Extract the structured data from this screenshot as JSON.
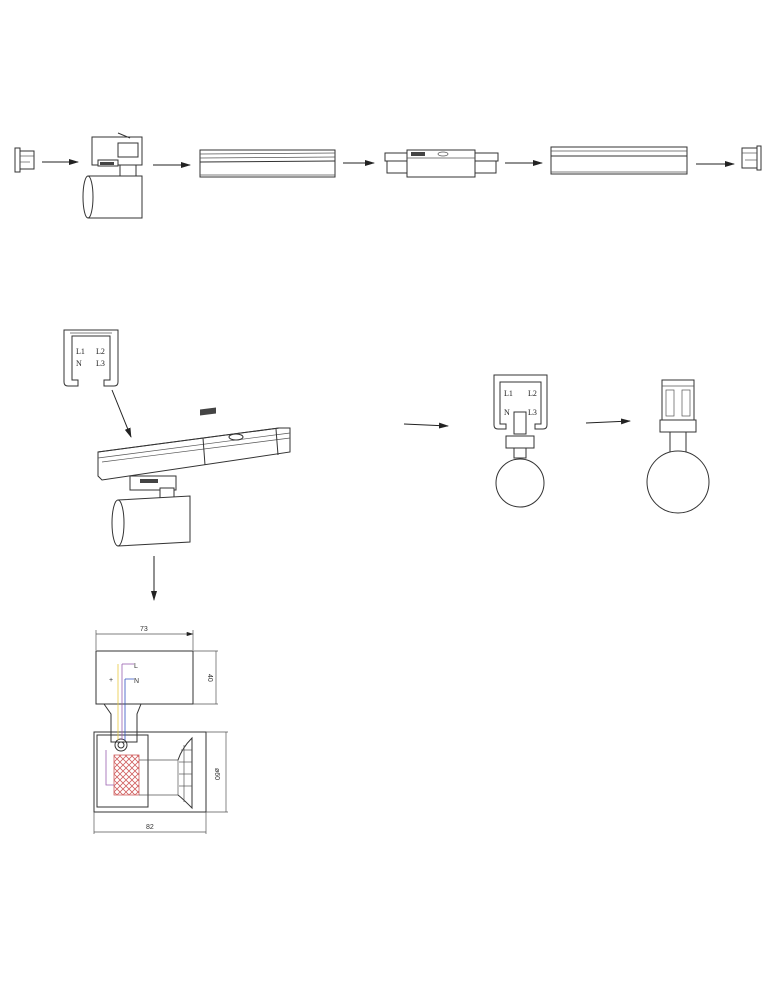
{
  "diagram": {
    "type": "track-light-assembly-instructions",
    "row1": {
      "steps": [
        "end-cap",
        "track-adapter-spotlight",
        "track-rail",
        "straight-connector",
        "track-rail",
        "end-cap"
      ]
    },
    "profile_labels": {
      "l1": "L1",
      "l2": "L2",
      "n": "N",
      "l3": "L3"
    },
    "dimensions": {
      "width_top": "73",
      "height_top": "40",
      "diameter": "ø60",
      "width_bottom": "82"
    },
    "wiring_labels": {
      "line": "L",
      "neutral": "N",
      "plus": "+"
    },
    "colors": {
      "line": "#333333",
      "wire_yellow": "#e8c840",
      "wire_purple": "#9a60b0",
      "wire_blue": "#3050c0",
      "crosshatch": "#d06060"
    }
  }
}
